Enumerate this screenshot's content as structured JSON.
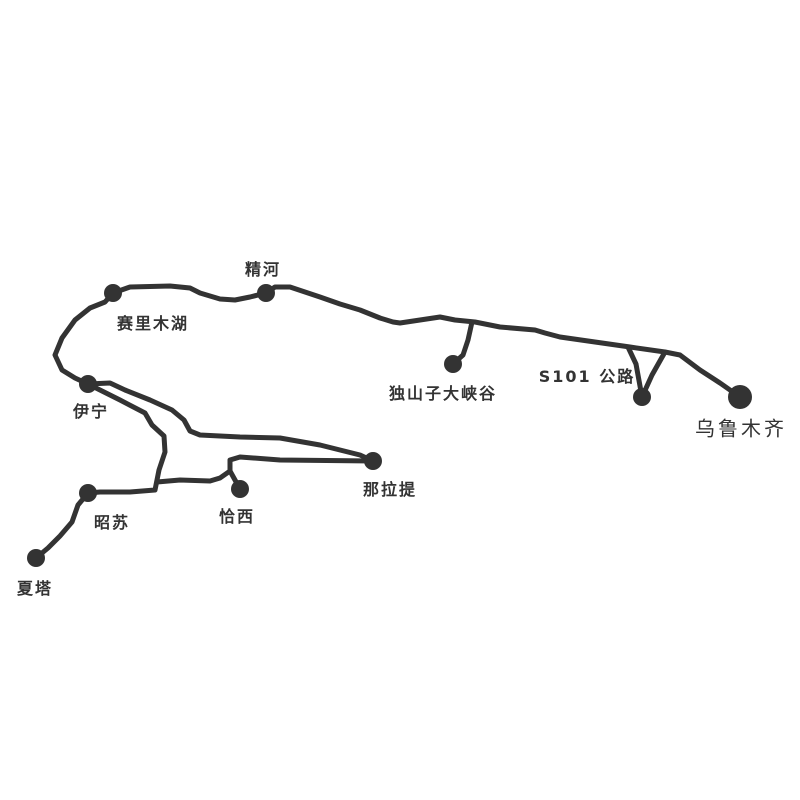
{
  "map": {
    "places": {
      "jinghe": "精河",
      "sailimu": "赛里木湖",
      "yining": "伊宁",
      "dushanzi": "独山子大峡谷",
      "s101": "S101 公路",
      "urumqi": "乌鲁木齐",
      "nalati": "那拉提",
      "qiaxi": "恰西",
      "zhaosu": "昭苏",
      "xiata": "夏塔"
    },
    "colors": {
      "route": "#333333",
      "background": "#ffffff"
    }
  }
}
